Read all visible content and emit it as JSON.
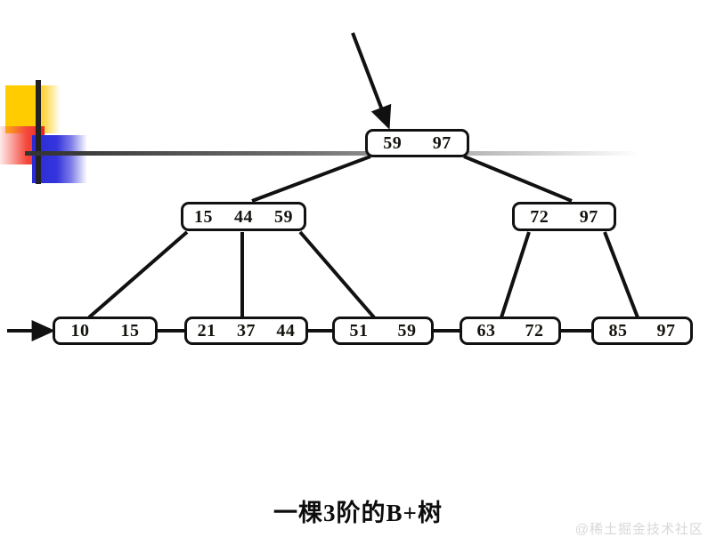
{
  "figure": {
    "caption": "一棵3阶的B+树",
    "watermark": "@稀土掘金技术社区",
    "type": "b-plus-tree",
    "order": 3,
    "colors": {
      "node_border": "#111111",
      "node_fill": "#ffffff",
      "text": "#16140f",
      "edge": "#111111",
      "deco_yellow": "#ffcc00",
      "deco_red": "#f02020",
      "deco_blue": "#2b2bd4",
      "deco_line": "#222222",
      "watermark": "#d8d8d8"
    }
  },
  "tree": {
    "root": {
      "id": "root",
      "keys": [
        "59",
        "97"
      ]
    },
    "internal": [
      {
        "id": "internal-left",
        "keys": [
          "15",
          "44",
          "59"
        ]
      },
      {
        "id": "internal-right",
        "keys": [
          "72",
          "97"
        ]
      }
    ],
    "leaves": [
      {
        "id": "leaf-1",
        "keys": [
          "10",
          "15"
        ]
      },
      {
        "id": "leaf-2",
        "keys": [
          "21",
          "37",
          "44"
        ]
      },
      {
        "id": "leaf-3",
        "keys": [
          "51",
          "59"
        ]
      },
      {
        "id": "leaf-4",
        "keys": [
          "63",
          "72"
        ]
      },
      {
        "id": "leaf-5",
        "keys": [
          "85",
          "97"
        ]
      }
    ]
  },
  "annotations": {
    "root_pointer_arrow": "arrow pointing to root node",
    "leaf_entry_arrow": "arrow pointing to first leaf node"
  }
}
